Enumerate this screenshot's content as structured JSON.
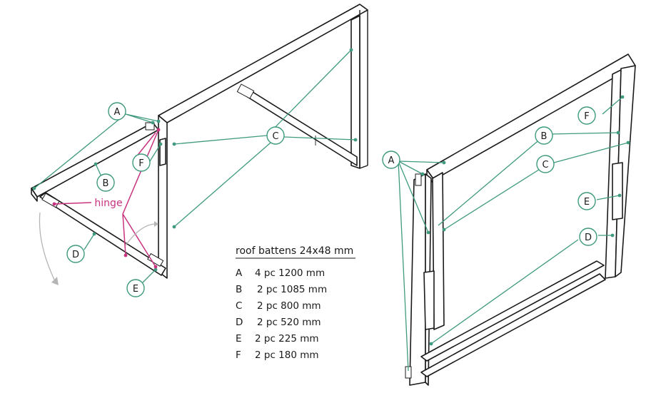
{
  "diagram": {
    "labels": {
      "a": "A",
      "b": "B",
      "c": "C",
      "d": "D",
      "e": "E",
      "f": "F",
      "hinge": "hinge"
    },
    "legend": {
      "title": "roof battens 24x48 mm",
      "items": [
        {
          "letter": "A",
          "spec": "4 pc 1200 mm"
        },
        {
          "letter": "B",
          "spec": "2 pc 1085 mm"
        },
        {
          "letter": "C",
          "spec": "2 pc 800 mm"
        },
        {
          "letter": "D",
          "spec": "2 pc 520 mm"
        },
        {
          "letter": "E",
          "spec": "2 pc 225 mm"
        },
        {
          "letter": "F",
          "spec": "2 pc 180 mm"
        }
      ]
    },
    "colors": {
      "leader": "#3f9a7f",
      "hinge": "#c8327f",
      "outline": "#1a1a1a",
      "arrow": "#b5b5b5"
    }
  }
}
